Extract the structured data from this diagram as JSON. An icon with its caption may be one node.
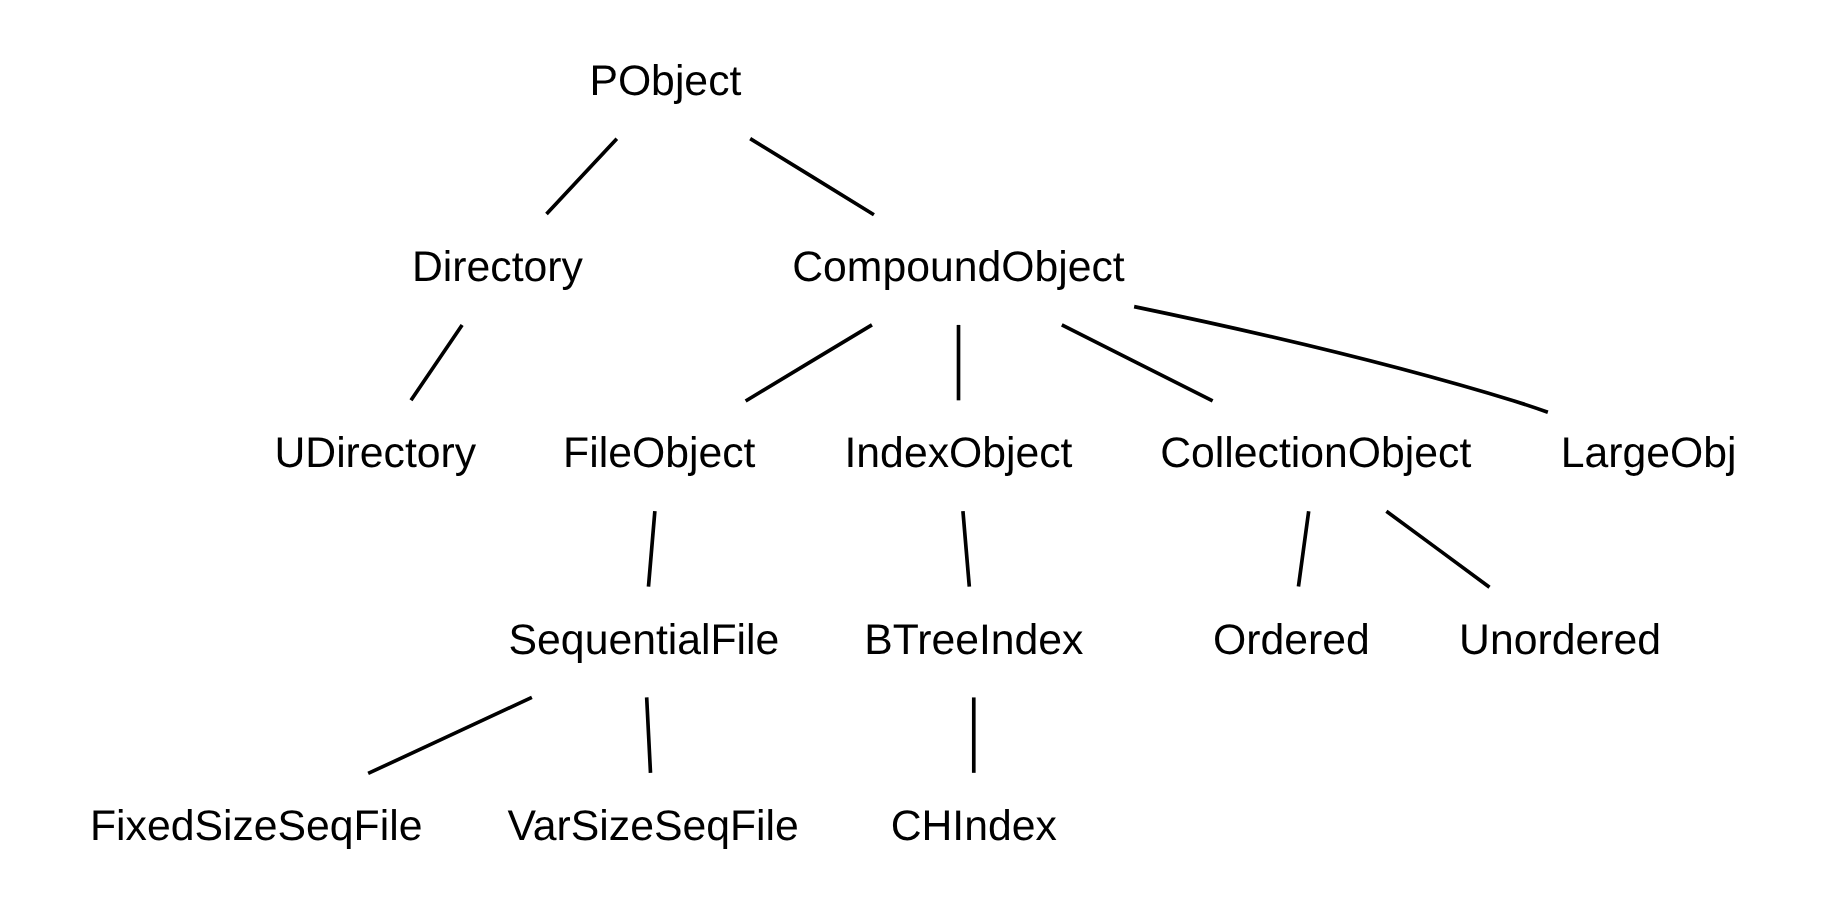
{
  "diagram": {
    "nodes": [
      {
        "text": [
          "PObject"
        ]
      },
      {
        "text": [
          "Directory"
        ]
      },
      {
        "text": [
          "UDirectory"
        ]
      },
      {
        "text": [
          "CompoundObject"
        ]
      },
      {
        "text": [
          "FileObject"
        ]
      },
      {
        "text": [
          "SequentialFile"
        ]
      },
      {
        "text": [
          "FixedSizeSeqFile"
        ]
      },
      {
        "text": [
          "VarSizeSeqFile"
        ]
      },
      {
        "text": [
          "IndexObject"
        ]
      },
      {
        "text": [
          "BTreeIndex"
        ]
      },
      {
        "text": [
          "CHIndex"
        ]
      },
      {
        "text": [
          "CollectionObject"
        ]
      },
      {
        "text": [
          "Ordered"
        ]
      },
      {
        "text": [
          "Unordered"
        ]
      },
      {
        "text": [
          "LargeObj"
        ]
      }
    ],
    "edges": [
      {
        "from": 0,
        "to": 1,
        "arrow": "none"
      },
      {
        "from": 1,
        "to": 2,
        "arrow": "none"
      },
      {
        "from": 0,
        "to": 3,
        "arrow": "none"
      },
      {
        "from": 3,
        "to": 4,
        "arrow": "none"
      },
      {
        "from": 4,
        "to": 5,
        "arrow": "none"
      },
      {
        "from": 5,
        "to": 6,
        "arrow": "none"
      },
      {
        "from": 5,
        "to": 7,
        "arrow": "none"
      },
      {
        "from": 3,
        "to": 8,
        "arrow": "none"
      },
      {
        "from": 8,
        "to": 9,
        "arrow": "none"
      },
      {
        "from": 9,
        "to": 10,
        "arrow": "none"
      },
      {
        "from": 3,
        "to": 11,
        "arrow": "none"
      },
      {
        "from": 11,
        "to": 12,
        "arrow": "none"
      },
      {
        "from": 11,
        "to": 13,
        "arrow": "none"
      },
      {
        "from": 3,
        "to": 14,
        "arrow": "none"
      }
    ]
  }
}
